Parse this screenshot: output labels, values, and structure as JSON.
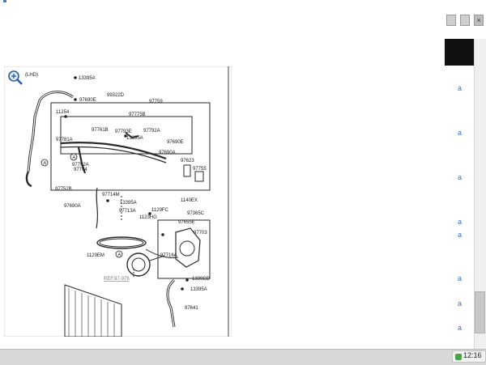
{
  "window": {
    "close_glyph": "×"
  },
  "sidebar": {
    "links": [
      "a",
      "a",
      "a",
      "a",
      "a",
      "a",
      "a",
      "a"
    ]
  },
  "taskbar": {
    "clock": "12:16"
  },
  "diagram": {
    "zoom_icon": "zoom-in-icon",
    "drive_label": "(LHD)",
    "ref_label": "REF.97-976",
    "callouts": {
      "c13395A_top": "13395A",
      "c97690E_top": "97690E",
      "c99322D": "99322D",
      "c11254": "11254",
      "c97759": "97759",
      "c97775B": "97775B",
      "c97761B": "97761B",
      "c97793E": "97793E",
      "c97792A_top": "97792A",
      "c13395A_mid": "13395A",
      "c97690E_mid": "97690E",
      "c97781A": "97781A",
      "c97690A_mid": "97690A",
      "c97623": "97623",
      "c97792A_left": "97792A",
      "c97794": "97794",
      "c97755": "97755",
      "c97752B": "97752B",
      "c97714M": "97714M",
      "c1140EX": "1140EX",
      "c13395A_low": "13395A",
      "c97690A_low": "97690A",
      "c97713A": "97713A",
      "c1129FC": "1129FC",
      "c1123HG": "1123HG",
      "c97365C": "97365C",
      "c97655E": "97655E",
      "c97703": "97703",
      "c1129EM": "1129EM",
      "c97716A": "97716A",
      "c1339CD": "1339CD",
      "c13395A_bottom": "13395A",
      "c97641": "97641"
    },
    "circle_markers": [
      "A",
      "A",
      "A"
    ]
  }
}
